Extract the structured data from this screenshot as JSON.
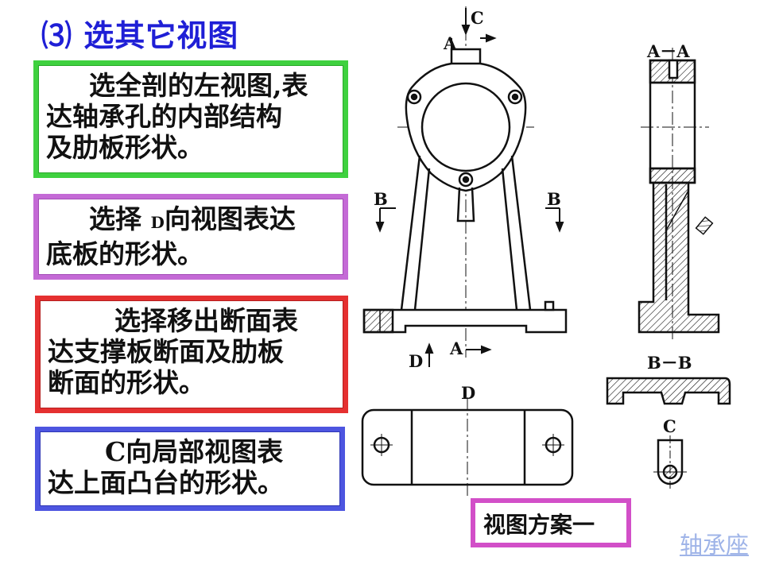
{
  "title": "⑶ 选其它视图",
  "boxes": [
    {
      "text": "选全剖的左视图,表达轴承孔的内部结构及肋板形状。",
      "lines": [
        "选全剖的左视图,表",
        "达轴承孔的内部结构",
        "及肋板形状。"
      ]
    },
    {
      "lines": [
        "选择",
        "D",
        "向视图表达",
        "底板的形状。"
      ]
    },
    {
      "lines": [
        "选择移出断面表",
        "达支撑板断面及肋板",
        "断面的形状。"
      ]
    },
    {
      "lines": [
        "C向局部视图表",
        "达上面凸台的形状。"
      ]
    }
  ],
  "drawing_labels": {
    "c_top": "C",
    "a_top": "A",
    "aa": "A－A",
    "b_left": "B",
    "b_right": "B",
    "d_arrow": "D",
    "a_bottom": "A",
    "bb": "B－B",
    "d_view": "D",
    "c_view": "C"
  },
  "caption": "视图方案一",
  "link": "轴承座",
  "colors": {
    "title": "#1f1fd6",
    "box1_border": "#3fd13f",
    "box2_border": "#c46ad6",
    "box3_border": "#e53030",
    "box4_border": "#4d55e0",
    "caption_border": "#d24fc8",
    "link": "#9fb4e8"
  }
}
